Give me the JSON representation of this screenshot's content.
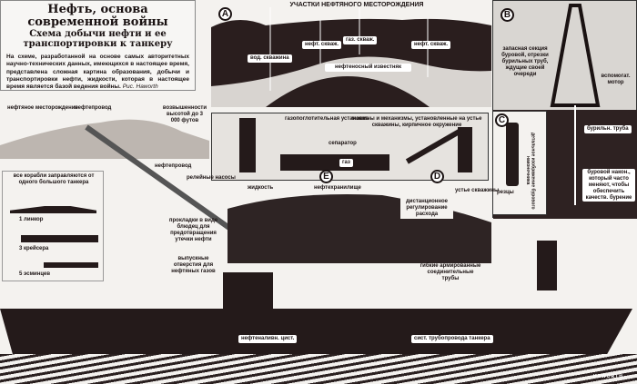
{
  "title": {
    "main": "Нефть, основа современной войны",
    "sub": "Схема добычи нефти и ее транспортировки к танкеру",
    "text": "На схеме, разработанной на основе самых авторитетных научно-технических данных, имеющихся в настоящее время, представлена сложная картина образования, добычи и транспортировки нефти, жидкости, которая в настоящее время является базой ведения войны.",
    "credit": "Рис. Haworth"
  },
  "panel_a": {
    "marker": "A",
    "heading": "УЧАСТКИ НЕФТЯНОГО МЕСТОРОЖДЕНИЯ",
    "labels": [
      "вод. скважина",
      "нефт. скваж.",
      "газ. скваж.",
      "нефт. скваж.",
      "нефтеносный известняк"
    ]
  },
  "panel_b": {
    "marker": "B",
    "labels": [
      "запасная секция буровой, отрезки бурильных труб, ждущие своей очереди",
      "вспомогат. мотор",
      "бурильн. труба",
      "буровой након., который часто меняют, чтобы обеспечить качеств. бурение"
    ]
  },
  "panel_c": {
    "marker": "C",
    "labels": [
      "резцы",
      "детальное изображение бурового наконечника"
    ]
  },
  "process": {
    "marker_d": "D",
    "marker_e": "E",
    "labels": [
      "газопоглотительная установка",
      "сепаратор",
      "газ",
      "машины и механизмы, установленные на устье скважины, кирпичное окружение",
      "жидкость",
      "нефтехранилище",
      "дистанционное регулирование расхода",
      "устье скважины"
    ]
  },
  "landscape": {
    "labels": [
      "нефтяное месторождение",
      "нефтепровод",
      "возвышенности высотой до 3 000 футов",
      "нефтепровод",
      "релейные насосы",
      "прокладки в виде блюдец для предотвращения утечки нефти",
      "выпускные отверстия для нефтяных газов",
      "гибкие армированные соединительные трубы"
    ]
  },
  "fleet": {
    "heading": "все корабли заправляются от одного большого танкера",
    "ships": [
      "1 линкор",
      "3 крейсера",
      "5 эсминцев"
    ]
  },
  "tanker": {
    "labels": [
      "нефтеналивн. цист.",
      "сист. трубопровода танкера"
    ],
    "signature": "HAWORTH"
  }
}
